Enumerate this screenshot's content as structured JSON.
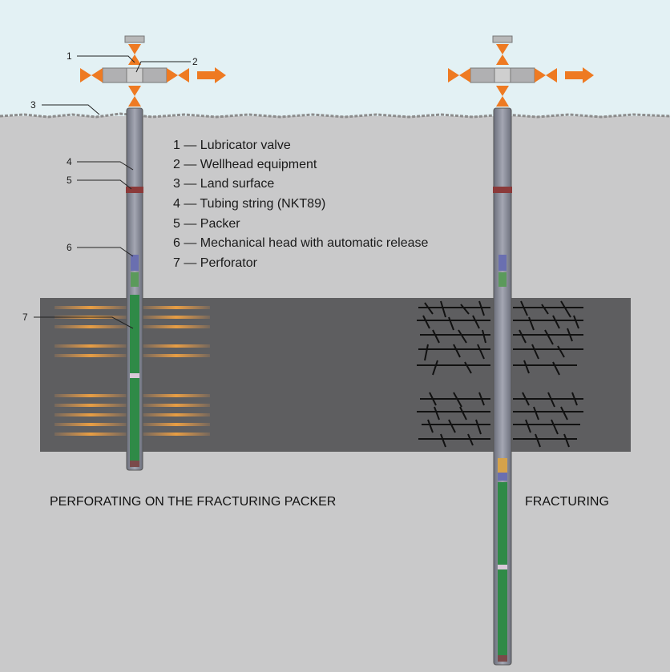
{
  "colors": {
    "sky": "#e3f1f4",
    "ground": "#c9c9ca",
    "formation": "#5e5e60",
    "pipe": "#8a8d9a",
    "packer": "#8b3a3a",
    "valve": "#ee7a22",
    "perf_tool": "#2f8a47",
    "crack": "#111111"
  },
  "legend": [
    "1 — Lubricator valve",
    "2 —  Wellhead equipment",
    "3 —  Land surface",
    "4 —  Tubing string (NKT89)",
    "5 —  Packer",
    "6 —  Mechanical head with automatic release",
    "7 —  Perforator"
  ],
  "callouts": [
    "1",
    "2",
    "3",
    "4",
    "5",
    "6",
    "7"
  ],
  "captions": {
    "left": "PERFORATING ON THE FRACTURING PACKER",
    "right": "FRACTURING"
  },
  "icons": {
    "flow_arrow": "flow-arrow-icon",
    "valve": "gate-valve-icon"
  }
}
